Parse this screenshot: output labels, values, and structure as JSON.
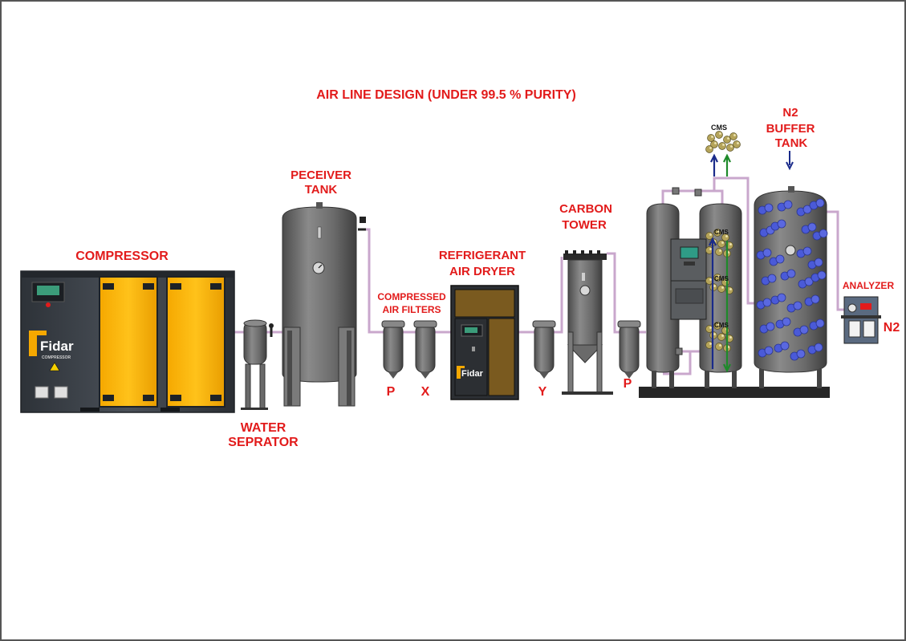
{
  "title": "AIR LINE DESIGN (UNDER 99.5 % PURITY)",
  "labels": {
    "compressor": "COMPRESSOR",
    "water_separator": [
      "WATER",
      "SEPRATOR"
    ],
    "receiver_tank": [
      "PECEIVER",
      "TANK"
    ],
    "air_filters": [
      "COMPRESSED",
      "AIR FILTERS"
    ],
    "air_dryer": [
      "REFRIGERANT",
      "AIR DRYER"
    ],
    "carbon_tower": [
      "CARBON",
      "TOWER"
    ],
    "buffer_tank": [
      "N2",
      "BUFFER",
      "TANK"
    ],
    "analyzer": "ANALYZER",
    "output": "N2",
    "cms": "CMS"
  },
  "filter_codes": {
    "filter_1": "P",
    "filter_2": "X",
    "filter_3": "Y",
    "filter_4": "P"
  },
  "brand": {
    "name": "Fidar",
    "sub": "COMPRESSOR"
  },
  "colors": {
    "label": "#e21b1b",
    "pipe": "#c9a7cc",
    "tank": "#6f6f6f",
    "panel_yellow": "#f9b400",
    "cabinet": "#3a3f46",
    "dryer_brown": "#7a5a1f",
    "molecule": "#4a5ad8",
    "arrow_blue": "#1a2b8a",
    "arrow_green": "#1e8a2a"
  }
}
